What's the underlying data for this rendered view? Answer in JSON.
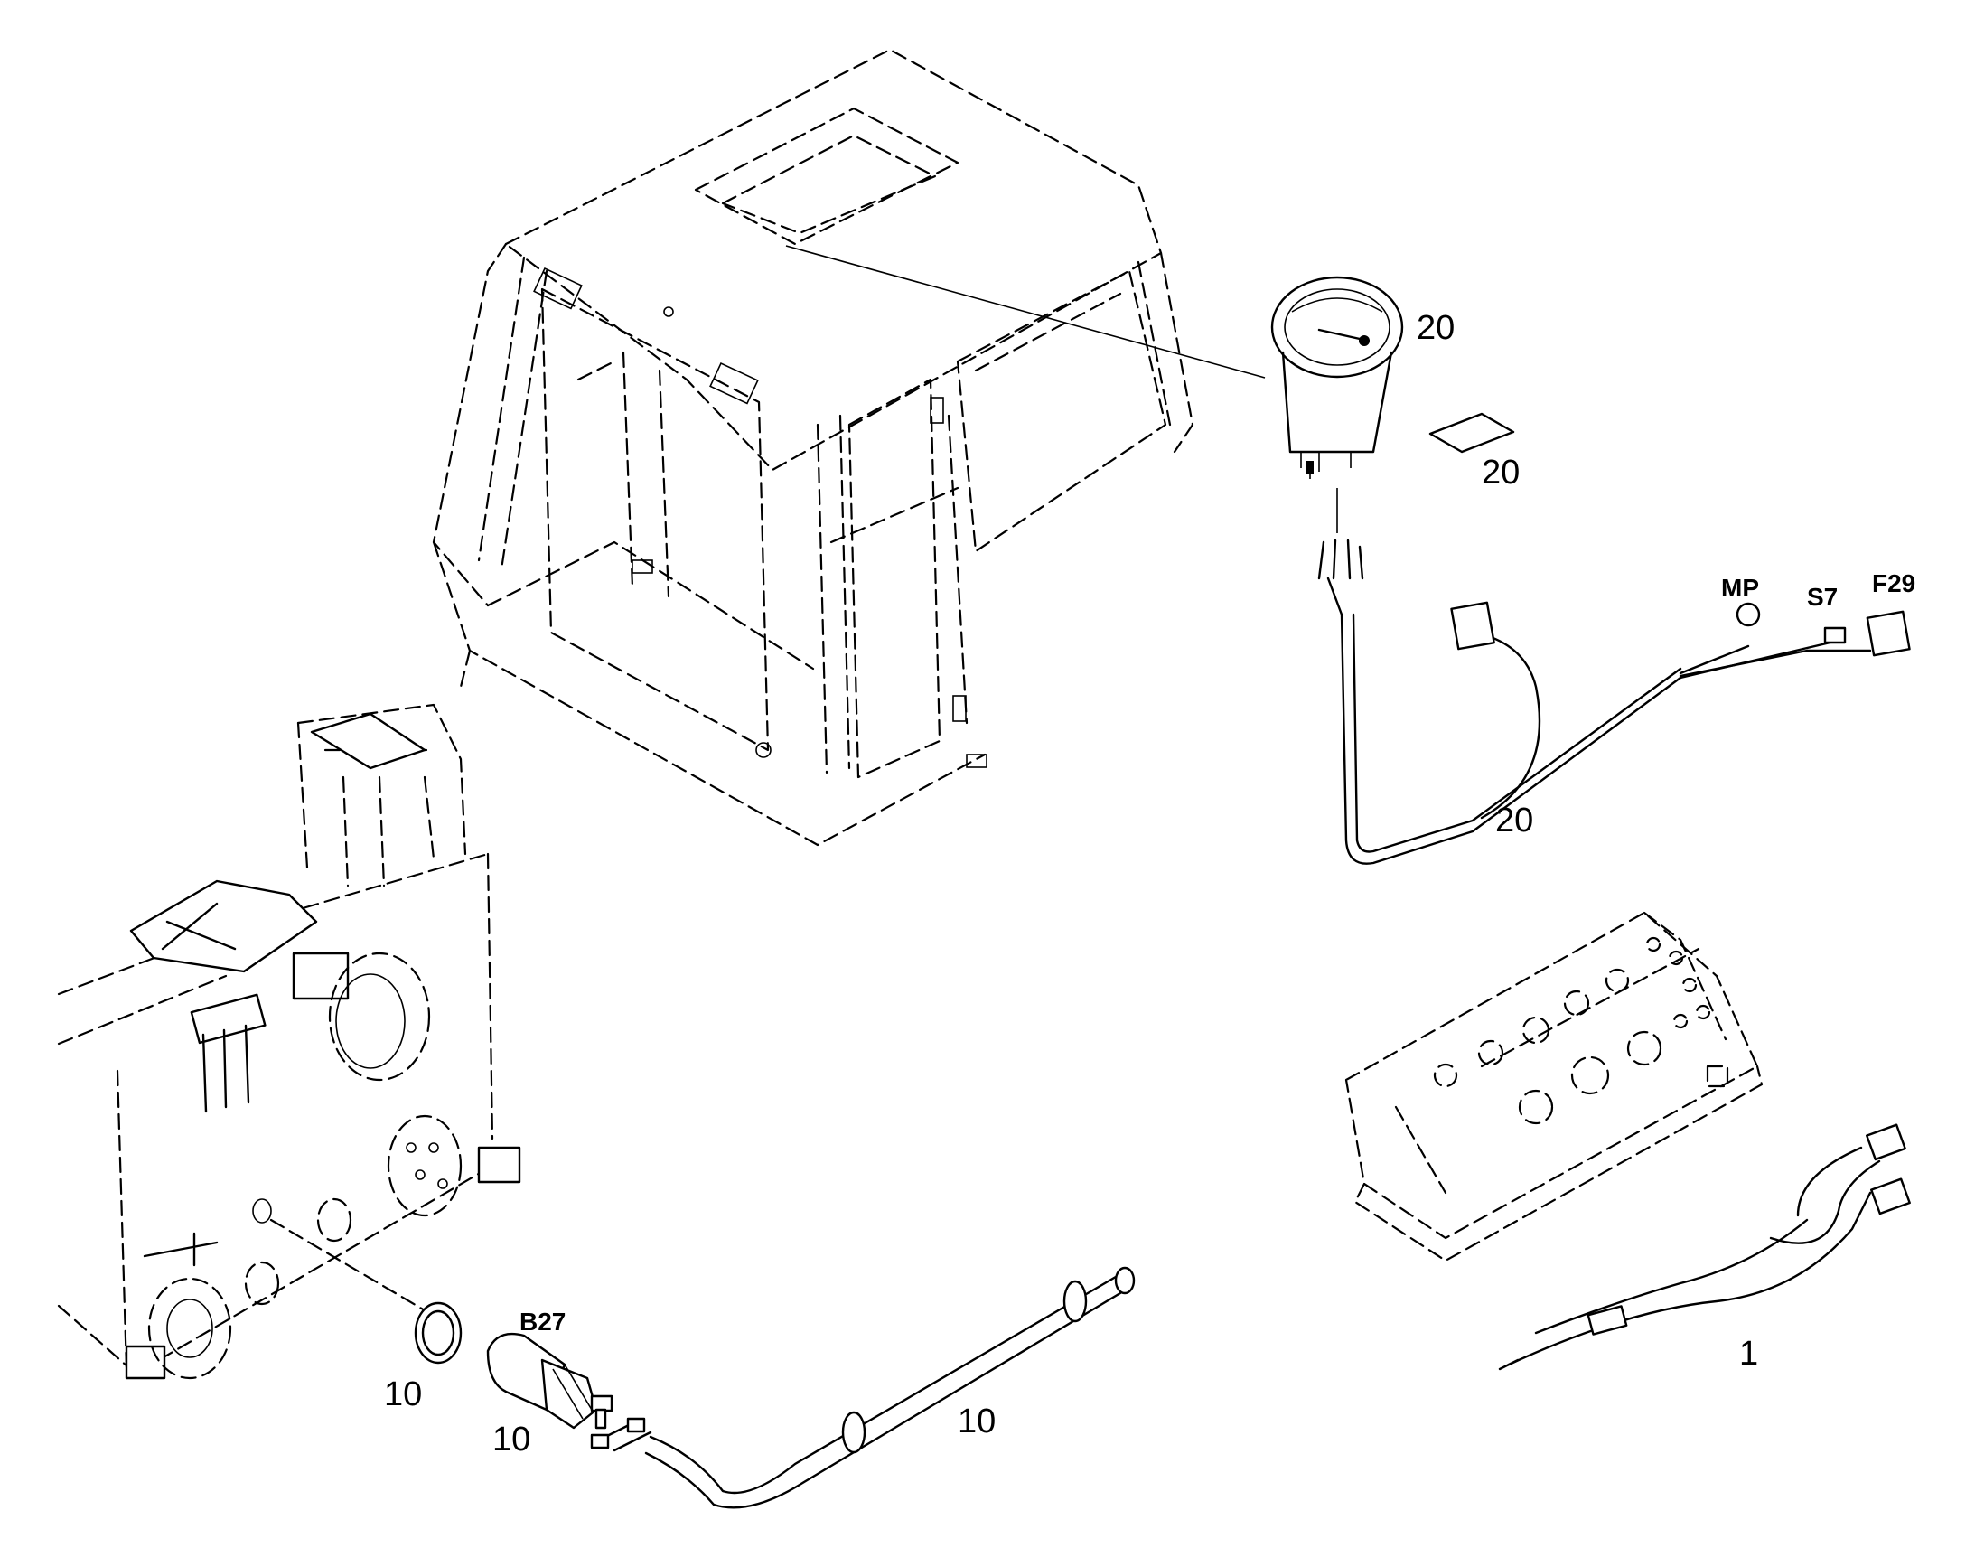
{
  "callouts": {
    "gauge_item": "20",
    "label_item": "20",
    "gauge_harness_item": "20",
    "ground_mp": "MP",
    "connector_s7": "S7",
    "fuse_f29": "F29",
    "panel_harness_item": "1",
    "seal_ring_item": "10",
    "sensor_item": "10",
    "sensor_b27": "B27",
    "sensor_harness_item": "10"
  },
  "colors": {
    "line": "#000000",
    "background": "#ffffff"
  }
}
